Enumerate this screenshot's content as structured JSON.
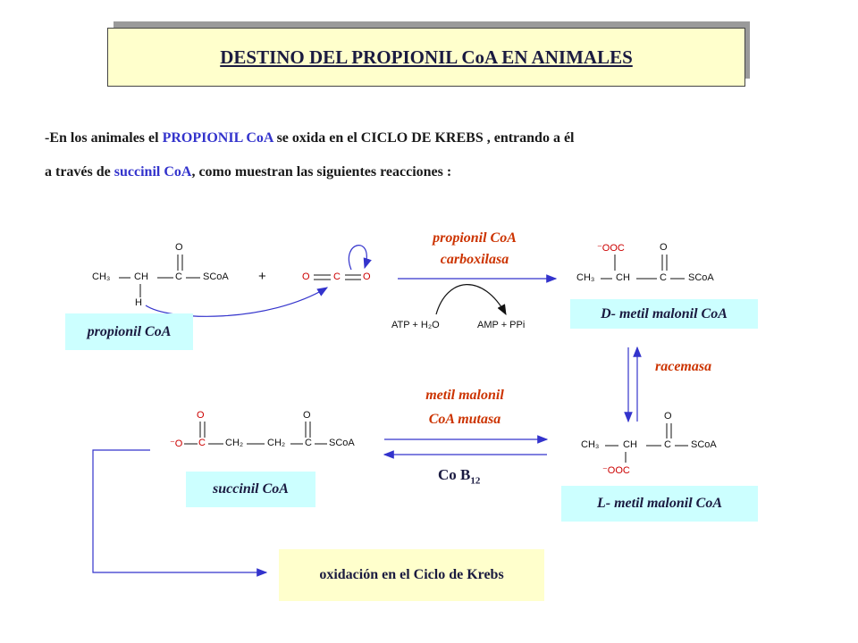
{
  "title": "DESTINO DEL PROPIONIL CoA EN ANIMALES",
  "intro": {
    "line1_a": "-En los animales el ",
    "line1_b": "PROPIONIL CoA",
    "line1_c": " se oxida en el CICLO DE KREBS , entrando a él",
    "line2_a": "a través de ",
    "line2_b": "succinil CoA",
    "line2_c": ", como muestran las siguientes reacciones :"
  },
  "labels": {
    "propionil": "propionil CoA",
    "d_metil": "D- metil malonil CoA",
    "l_metil": "L- metil malonil CoA",
    "succinil": "succinil CoA",
    "krebs": "oxidación en el Ciclo de Krebs"
  },
  "enzymes": {
    "carboxilasa_1": "propionil CoA",
    "carboxilasa_2": "carboxilasa",
    "racemasa": "racemasa",
    "mutasa_1": "metil malonil",
    "mutasa_2": "CoA mutasa"
  },
  "cofactor": {
    "base": "Co B",
    "sub": "12"
  },
  "cofactors_atp": {
    "left": "ATP + H₂O",
    "right": "AMP + PPi"
  },
  "structures": {
    "propionyl": {
      "ch3": "CH₃",
      "ch": "CH",
      "c": "C",
      "o": "O",
      "scoa": "SCoA",
      "h": "H",
      "plus": "+"
    },
    "co2": {
      "o1": "O",
      "c": "C",
      "o2": "O"
    },
    "d_methyl": {
      "ooc": "⁻OOC",
      "ch3": "CH₃",
      "ch": "CH",
      "c": "C",
      "o": "O",
      "scoa": "SCoA"
    },
    "l_methyl": {
      "ch3": "CH₃",
      "ch": "CH",
      "c": "C",
      "o": "O",
      "scoa": "SCoA",
      "ooc": "⁻OOC"
    },
    "succinyl": {
      "neg_o": "⁻O",
      "c1": "C",
      "o1": "O",
      "ch2a": "CH₂",
      "ch2b": "CH₂",
      "c2": "C",
      "o2": "O",
      "scoa": "SCoA"
    }
  },
  "colors": {
    "title_bg": "#ffffcc",
    "label_bg": "#ccffff",
    "enzyme": "#cc3300",
    "arrow": "#3333cc",
    "accent_blue": "#3333cc"
  }
}
